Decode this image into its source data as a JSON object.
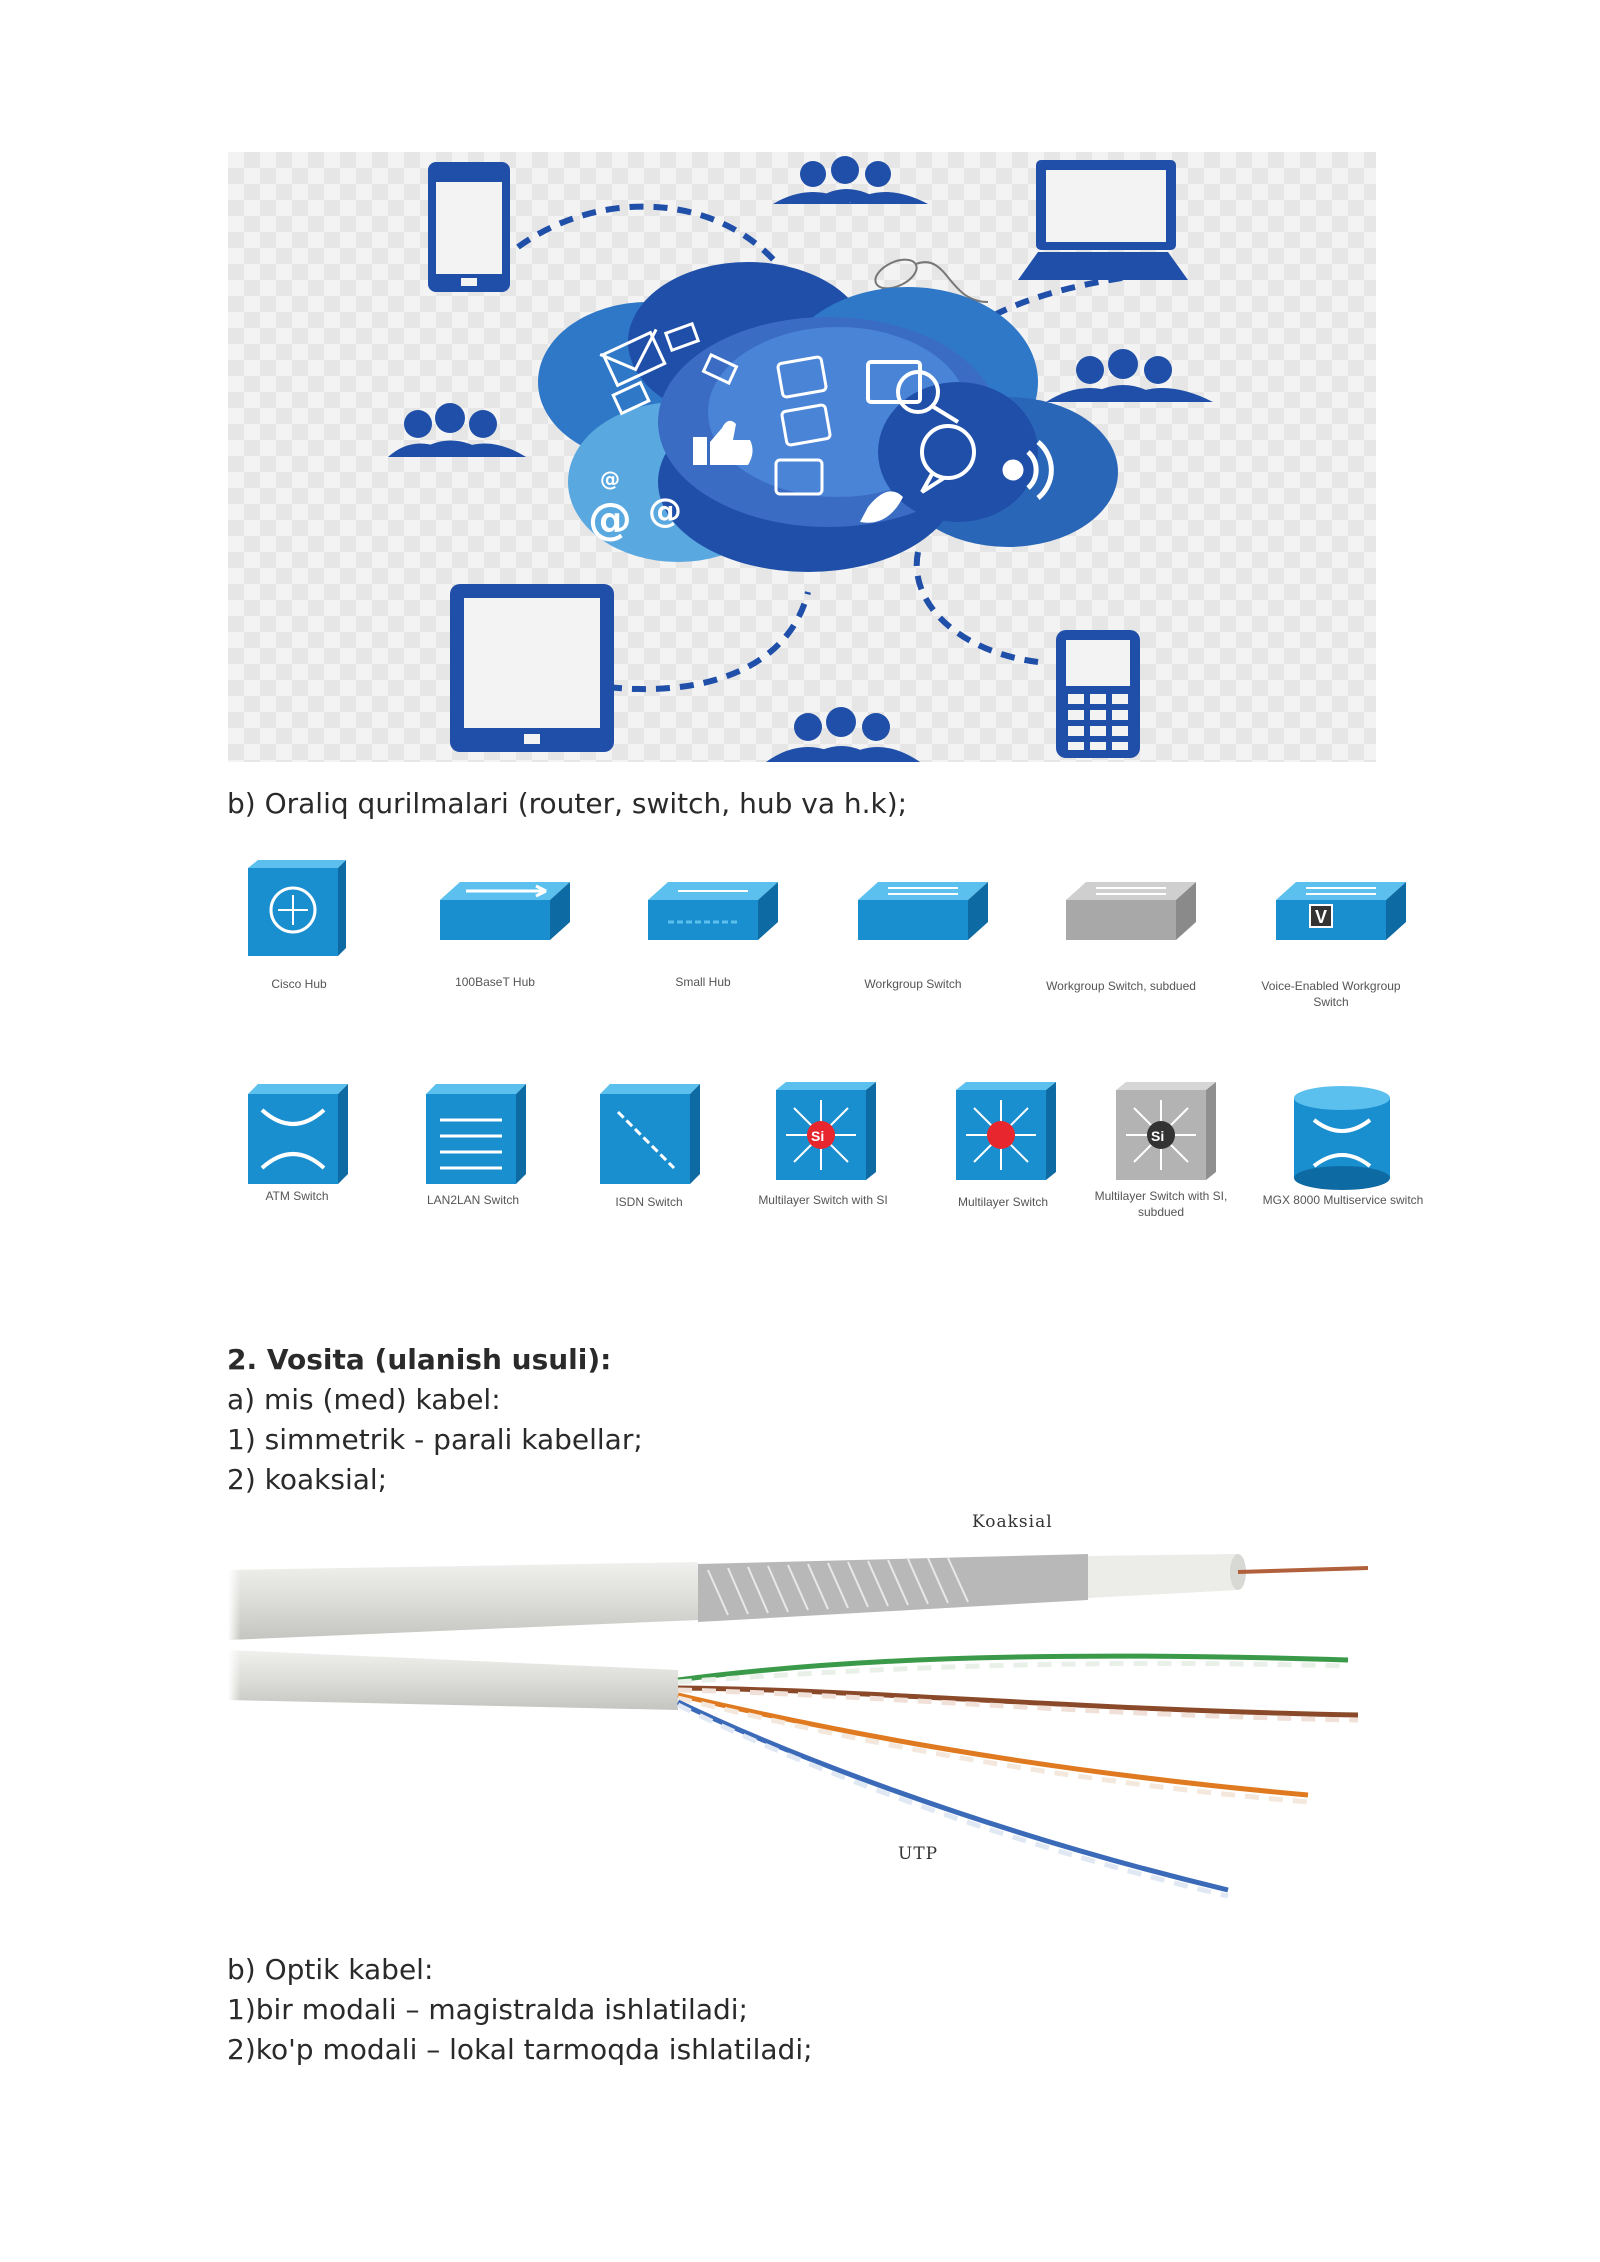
{
  "network_figure": {
    "icons": [
      "smartphone-icon",
      "users-icon",
      "laptop-icon",
      "mouse-icon",
      "cloud-icon",
      "envelope-icon",
      "folder-icon",
      "search-icon",
      "thumbs-up-icon",
      "chat-icon",
      "at-sign-icon",
      "wifi-signal-icon",
      "tablet-icon",
      "mobile-phone-icon"
    ],
    "at_sign": "@",
    "colors": {
      "dark_blue": "#1f4fa8",
      "mid_blue": "#2f78c8",
      "light_blue": "#5aa8e0",
      "sky": "#8ec9ef"
    }
  },
  "section_b_devices": "b) Oraliq qurilmalari (router, switch, hub va h.k);",
  "devices_row1": [
    {
      "label": "Cisco Hub",
      "icon": "cisco-hub-icon"
    },
    {
      "label": "100BaseT Hub",
      "icon": "hub-100baset-icon"
    },
    {
      "label": "Small Hub",
      "icon": "small-hub-icon"
    },
    {
      "label": "Workgroup Switch",
      "icon": "workgroup-switch-icon"
    },
    {
      "label": "Workgroup Switch, subdued",
      "icon": "workgroup-switch-subdued-icon"
    },
    {
      "label": "Voice-Enabled Workgroup Switch",
      "icon": "voice-switch-icon",
      "badge": "V"
    }
  ],
  "devices_row2": [
    {
      "label": "ATM Switch",
      "icon": "atm-switch-icon"
    },
    {
      "label": "LAN2LAN Switch",
      "icon": "lan2lan-switch-icon"
    },
    {
      "label": "ISDN Switch",
      "icon": "isdn-switch-icon"
    },
    {
      "label": "Multilayer Switch with SI",
      "icon": "multilayer-switch-si-icon",
      "badge": "Si"
    },
    {
      "label": "Multilayer Switch",
      "icon": "multilayer-switch-icon"
    },
    {
      "label": "Multilayer Switch with SI, subdued",
      "icon": "multilayer-switch-si-subdued-icon",
      "badge": "Si"
    },
    {
      "label": "MGX 8000 Multiservice switch",
      "icon": "mgx-switch-icon"
    }
  ],
  "section2_title": "2. Vosita (ulanish usuli):",
  "lines_a": [
    "a) mis (med) kabel:",
    "1) simmetrik - parali kabellar;",
    "2) koaksial;"
  ],
  "cable_figure": {
    "label_top": "Koaksial",
    "label_bottom": "UTP"
  },
  "lines_b": [
    "b) Optik kabel:",
    "1)bir modali – magistralda ishlatiladi;",
    "2)ko'p modali – lokal tarmoqda ishlatiladi;"
  ]
}
